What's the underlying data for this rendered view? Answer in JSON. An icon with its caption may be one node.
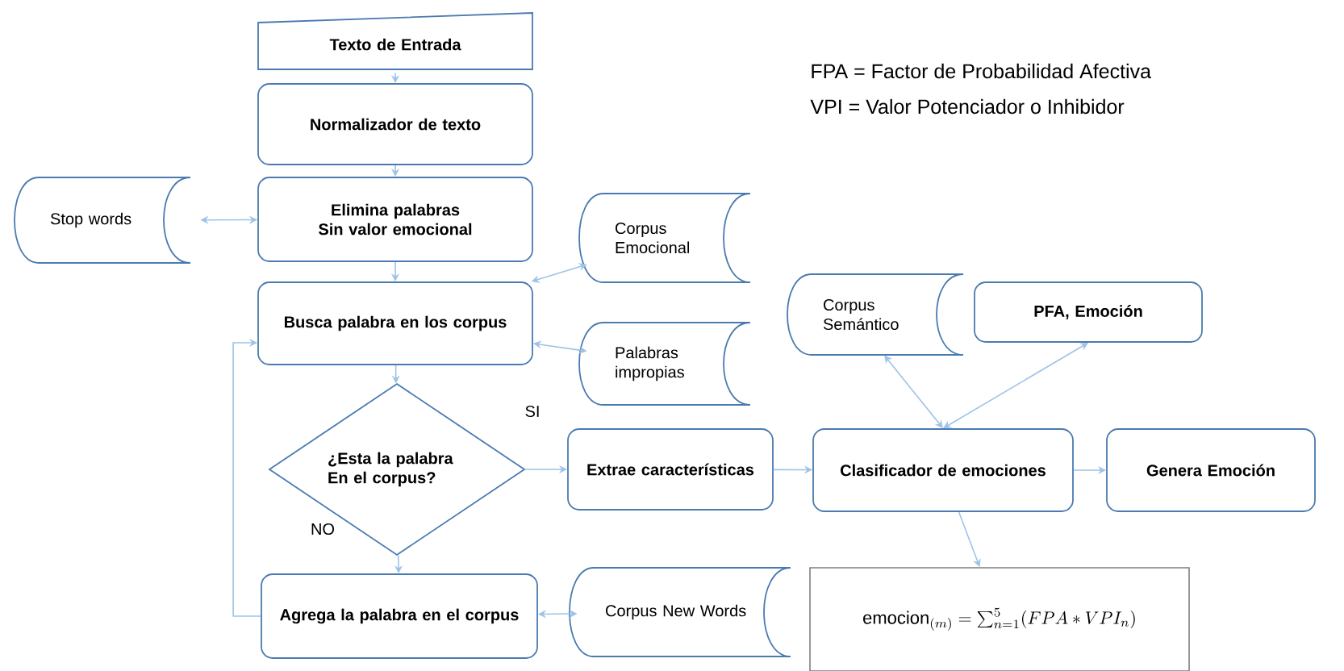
{
  "diagram": {
    "nodes": [
      {
        "text": [
          "Texto de Entrada"
        ]
      },
      {
        "text": [
          "Normalizador de texto"
        ]
      },
      {
        "text": [
          "Stop words"
        ]
      },
      {
        "text": [
          "Elimina palabras Sin valor emocional"
        ]
      },
      {
        "text": [
          "Busca palabra en los corpus"
        ]
      },
      {
        "text": [
          "Corpus Emocional"
        ]
      },
      {
        "text": [
          "Palabras impropias"
        ]
      },
      {
        "text": [
          "¿Esta la palabra En el corpus?"
        ]
      },
      {
        "text": [
          "Extrae características"
        ]
      },
      {
        "text": [
          "Corpus Semántico"
        ]
      },
      {
        "text": [
          "PFA, Emoción"
        ]
      },
      {
        "text": [
          "Clasificador de emociones"
        ]
      },
      {
        "text": [
          "Genera Emoción"
        ]
      },
      {
        "text": [
          "Agrega la palabra en el corpus"
        ]
      },
      {
        "text": [
          "Corpus New Words"
        ]
      },
      {
        "text": [
          "\\mathrm{emocion}_{(m)}=\\textstyle\\sum_{n=1}^{5}(FPA*VPI_{n})"
        ]
      }
    ],
    "edges": [
      {
        "from": 0,
        "to": 1,
        "arrow": "to"
      },
      {
        "from": 1,
        "to": 3,
        "arrow": "to"
      },
      {
        "from": 3,
        "to": 2,
        "arrow": "both"
      },
      {
        "from": 3,
        "to": 4,
        "arrow": "to"
      },
      {
        "from": 4,
        "to": 5,
        "arrow": "both"
      },
      {
        "from": 4,
        "to": 6,
        "arrow": "both"
      },
      {
        "from": 4,
        "to": 7,
        "arrow": "to"
      },
      {
        "from": 7,
        "to": 8,
        "arrow": "to",
        "label": "SI"
      },
      {
        "from": 8,
        "to": 11,
        "arrow": "to"
      },
      {
        "from": 11,
        "to": 9,
        "arrow": "both"
      },
      {
        "from": 11,
        "to": 10,
        "arrow": "both"
      },
      {
        "from": 11,
        "to": 12,
        "arrow": "to"
      },
      {
        "from": 11,
        "to": 15,
        "arrow": "to"
      },
      {
        "from": 7,
        "to": 13,
        "arrow": "to",
        "label": "NO"
      },
      {
        "from": 13,
        "to": 14,
        "arrow": "both"
      },
      {
        "from": 13,
        "to": 4,
        "arrow": "to"
      }
    ],
    "labels": [
      "FPA = Factor de Probabilidad Afectiva",
      "VPI = Valor Potenciador o Inhibidor"
    ]
  }
}
